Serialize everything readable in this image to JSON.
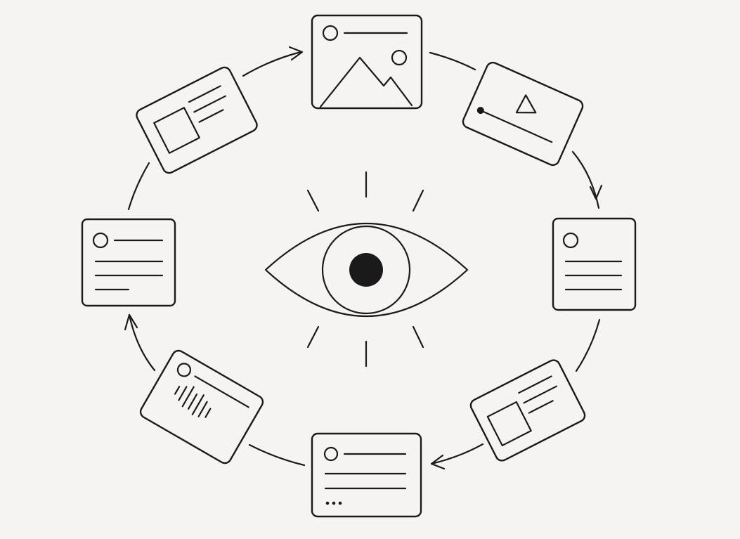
{
  "diagram": {
    "type": "cycle",
    "center": {
      "icon": "eye-icon"
    },
    "nodes": [
      {
        "id": "top",
        "icon": "image-card-icon"
      },
      {
        "id": "top-right",
        "icon": "video-card-icon"
      },
      {
        "id": "right",
        "icon": "text-card-icon"
      },
      {
        "id": "bottom-right",
        "icon": "media-text-card-icon"
      },
      {
        "id": "bottom",
        "icon": "list-ellipsis-card-icon"
      },
      {
        "id": "bottom-left",
        "icon": "audio-card-icon"
      },
      {
        "id": "left",
        "icon": "text-card-icon"
      },
      {
        "id": "top-left",
        "icon": "media-text-card-icon"
      }
    ],
    "arrow_direction": "clockwise"
  },
  "colors": {
    "background": "#f5f4f2",
    "stroke": "#1a1a1a"
  }
}
